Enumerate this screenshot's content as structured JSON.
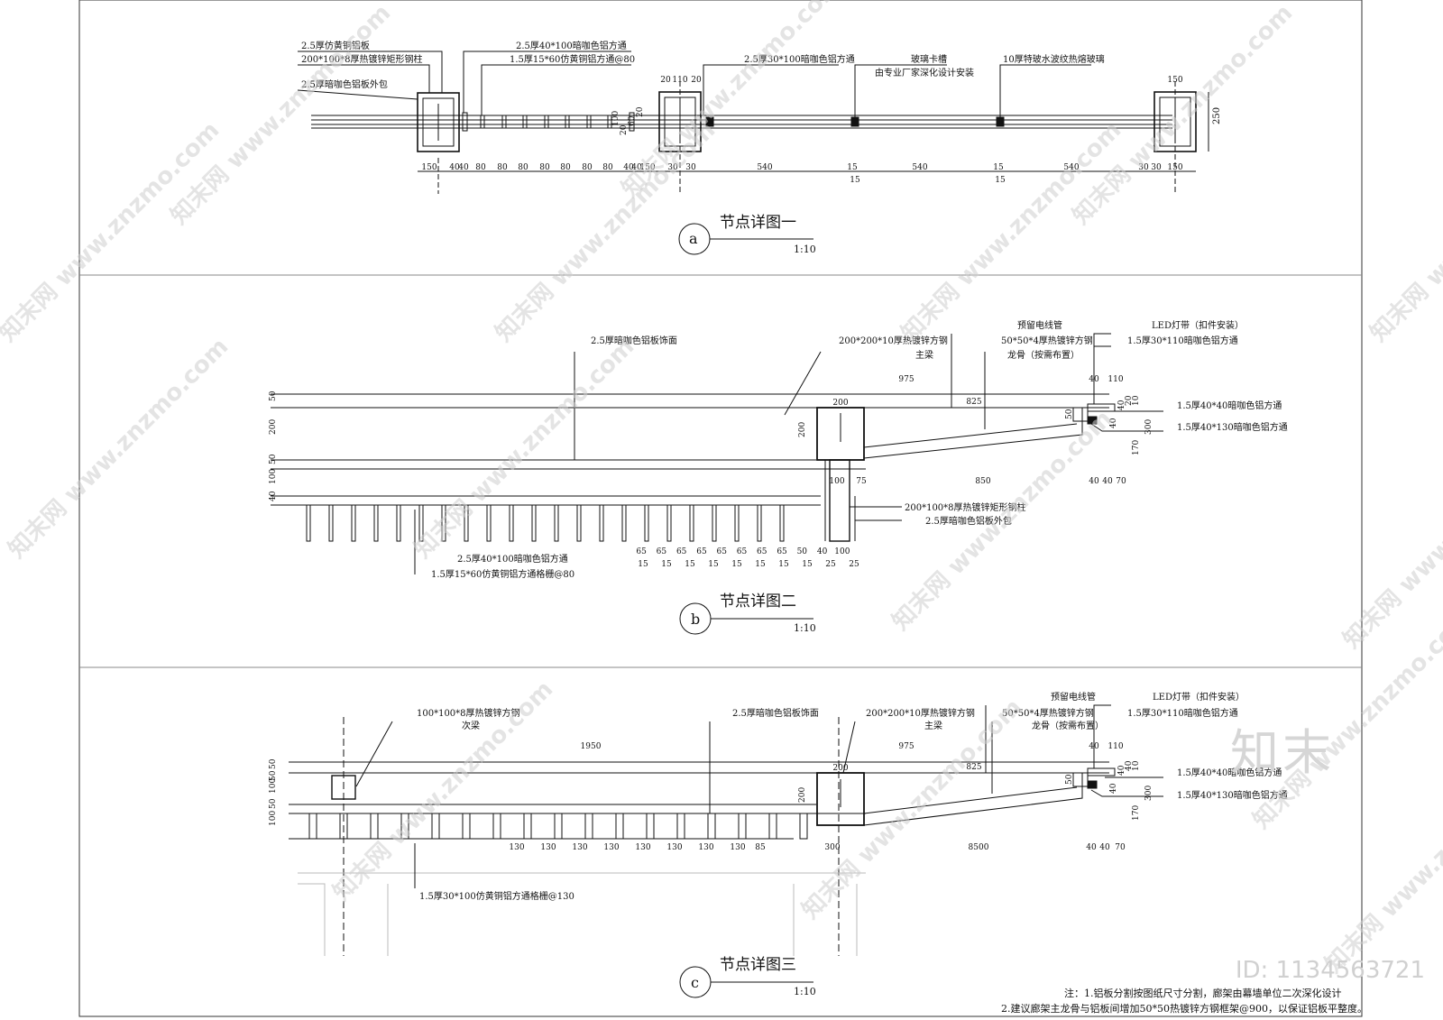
{
  "drawing": {
    "detail_a": {
      "marker": "a",
      "title": "节点详图一",
      "scale": "1:10",
      "labels": {
        "l1": "2.5厚仿黄铜铝板",
        "l2": "200*100*8厚热镀锌矩形钢柱",
        "l3": "2.5厚暗咖色铝板外包",
        "l4": "2.5厚40*100暗咖色铝方通",
        "l5": "1.5厚15*60仿黄铜铝方通@80",
        "l6": "2.5厚30*100暗咖色铝方通",
        "l7": "玻璃卡槽",
        "l8": "由专业厂家深化设计安装",
        "l9": "10厚特玻水波纹热熔玻璃"
      },
      "dims_bottom": [
        "150",
        "40",
        "40",
        "80",
        "80",
        "80",
        "80",
        "80",
        "80",
        "80",
        "40",
        "40",
        "150",
        "30",
        "30",
        "540",
        "15",
        "540",
        "15",
        "540",
        "30",
        "30",
        "150"
      ],
      "dims_bottom2": [
        "15",
        "15"
      ],
      "dims_top": [
        "20",
        "110",
        "20",
        "150"
      ],
      "dims_side": [
        "250",
        "100",
        "20",
        "60",
        "20"
      ]
    },
    "detail_b": {
      "marker": "b",
      "title": "节点详图二",
      "scale": "1:10",
      "labels": {
        "l1": "2.5厚暗咖色铝板饰面",
        "l2": "200*200*10厚热镀锌方钢",
        "l3": "主梁",
        "l4": "预留电线管",
        "l5": "50*50*4厚热镀锌方钢",
        "l6": "龙骨（按需布置）",
        "l7": "LED灯带（扣件安装）",
        "l8": "1.5厚30*110暗咖色铝方通",
        "l9": "1.5厚40*40暗咖色铝方通",
        "l10": "1.5厚40*130暗咖色铝方通",
        "l11": "200*100*8厚热镀锌矩形钢柱",
        "l12": "2.5厚暗咖色铝板外包",
        "l13": "2.5厚40*100暗咖色铝方通",
        "l14": "1.5厚15*60仿黄铜铝方通格栅@80"
      },
      "dims_left": [
        "50",
        "200",
        "50",
        "100",
        "40"
      ],
      "dims_top": [
        "975",
        "825",
        "200",
        "40",
        "110"
      ],
      "dims_right": [
        "10",
        "40",
        "20",
        "40",
        "300",
        "170",
        "50",
        "200"
      ],
      "dims_mid": [
        "100",
        "75",
        "850",
        "40",
        "40",
        "70"
      ],
      "dims_bottom": [
        "65",
        "65",
        "65",
        "65",
        "65",
        "65",
        "65",
        "65",
        "50",
        "40",
        "100"
      ],
      "dims_bottom2": [
        "15",
        "15",
        "15",
        "15",
        "15",
        "15",
        "15",
        "15",
        "25",
        "25"
      ]
    },
    "detail_c": {
      "marker": "c",
      "title": "节点详图三",
      "scale": "1:10",
      "labels": {
        "l1": "100*100*8厚热镀锌方钢",
        "l2": "次梁",
        "l3": "2.5厚暗咖色铝板饰面",
        "l4": "200*200*10厚热镀锌方钢",
        "l5": "主梁",
        "l6": "预留电线管",
        "l7": "50*50*4厚热镀锌方钢",
        "l8": "龙骨（按需布置）",
        "l9": "LED灯带（扣件安装）",
        "l10": "1.5厚30*110暗咖色铝方通",
        "l11": "1.5厚40*40暗咖色铝方通",
        "l12": "1.5厚40*130暗咖色铝方通",
        "l13": "1.5厚30*100仿黄铜铝方通格栅@130"
      },
      "dims_left": [
        "50",
        "50",
        "100",
        "50",
        "100"
      ],
      "dims_top": [
        "1950",
        "975",
        "825",
        "200",
        "40",
        "110"
      ],
      "dims_right": [
        "10",
        "40",
        "40",
        "40",
        "300",
        "170",
        "50",
        "200"
      ],
      "dims_bottom": [
        "130",
        "130",
        "130",
        "130",
        "130",
        "130",
        "130",
        "130",
        "85",
        "300",
        "8500",
        "40",
        "40",
        "70"
      ]
    },
    "notes": {
      "n1": "注：1.铝板分割按图纸尺寸分割，廊架由幕墙单位二次深化设计",
      "n2": "2.建议廊架主龙骨与铝板间增加50*50热镀锌方钢框架@900，以保证铝板平整度。"
    },
    "watermark": {
      "brand": "知末",
      "site": "www.znzmo.com",
      "site_cn": "知末网",
      "id": "ID: 1134563721"
    }
  }
}
